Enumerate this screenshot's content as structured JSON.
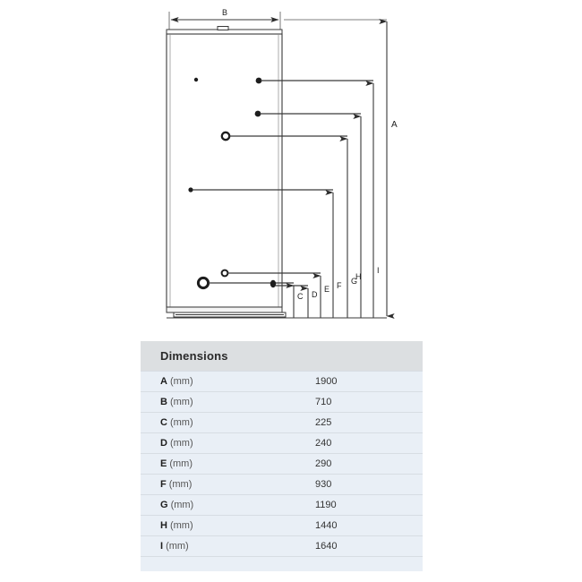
{
  "drawing": {
    "title": "cylinder-dimension-drawing",
    "width_label": "B",
    "height_label": "A",
    "vertical_dimension_labels": [
      "C",
      "D",
      "E",
      "F",
      "G",
      "H",
      "I"
    ],
    "stroke_color": "#3a3a3a",
    "body_fill": "#ffffff"
  },
  "table": {
    "header": "Dimensions",
    "unit": "(mm)",
    "rows": [
      {
        "label": "A",
        "unit": "(mm)",
        "value": "1900"
      },
      {
        "label": "B",
        "unit": "(mm)",
        "value": "710"
      },
      {
        "label": "C",
        "unit": "(mm)",
        "value": "225"
      },
      {
        "label": "D",
        "unit": "(mm)",
        "value": "240"
      },
      {
        "label": "E",
        "unit": "(mm)",
        "value": "290"
      },
      {
        "label": "F",
        "unit": "(mm)",
        "value": "930"
      },
      {
        "label": "G",
        "unit": "(mm)",
        "value": "1190"
      },
      {
        "label": "H",
        "unit": "(mm)",
        "value": "1440"
      },
      {
        "label": "I",
        "unit": "(mm)",
        "value": "1640"
      }
    ],
    "header_bg": "#dcdfe1",
    "row_bg": "#e9eff6"
  }
}
